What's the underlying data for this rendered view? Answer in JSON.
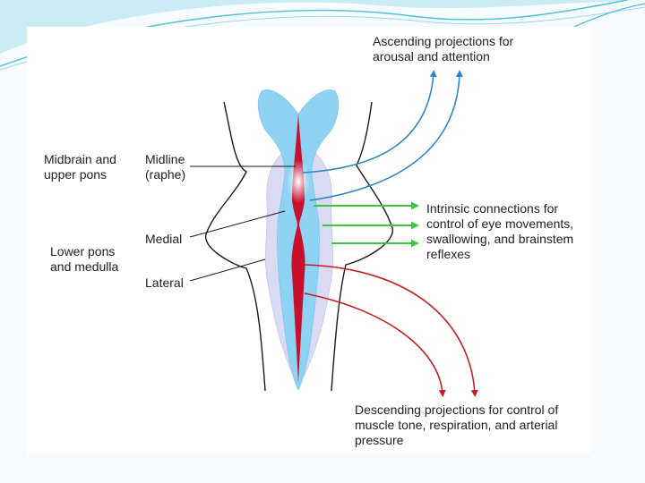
{
  "labels": {
    "midbrain_upper_pons": "Midbrain and\nupper pons",
    "lower_pons_medulla": "Lower pons\nand medulla",
    "midline_raphe": "Midline\n(raphe)",
    "medial": "Medial",
    "lateral": "Lateral",
    "ascending": "Ascending projections for\narousal and attention",
    "intrinsic": "Intrinsic connections for\ncontrol of eye movements,\nswallowing, and brainstem\nreflexes",
    "descending": "Descending projections for control of\nmuscle tone, respiration, and arterial\npressure"
  },
  "colors": {
    "ascending_arrow": "#2b86c5",
    "intrinsic_arrow": "#3cc43c",
    "descending_arrow": "#c41e24",
    "raphe_core": "#c8102e",
    "medial_zone": "#8fd3f4",
    "lateral_zone": "#d9dbf3",
    "brainstem_outline": "#1a1a1a",
    "slide_accent": "#4fc1d8"
  }
}
